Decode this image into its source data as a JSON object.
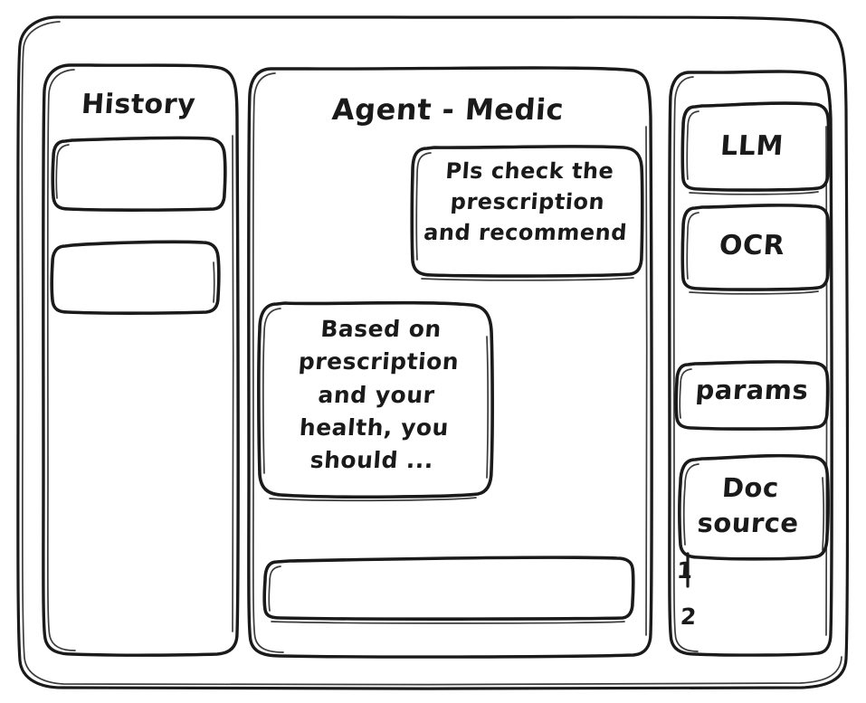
{
  "meta": {
    "style": "hand-drawn-wireframe",
    "stroke_color": "#1a1a1a",
    "background_color": "#ffffff"
  },
  "sidebar": {
    "title": "History",
    "items": [
      {
        "label": "",
        "name": "history-item-1"
      },
      {
        "label": "",
        "name": "history-item-2"
      }
    ]
  },
  "main": {
    "title": "Agent - Medic",
    "messages": [
      {
        "role": "user",
        "text": "Pls check the\nprescription\nand recommend"
      },
      {
        "role": "assistant",
        "text": "Based on\nprescription\nand your\nhealth, you\nshould ..."
      }
    ],
    "composer": {
      "value": "",
      "placeholder": ""
    }
  },
  "tools_panel": {
    "buttons": [
      {
        "label": "LLM"
      },
      {
        "label": "OCR"
      },
      {
        "label": "params"
      },
      {
        "label": "Doc\nsource"
      }
    ],
    "doc_sources": [
      {
        "marker": "1"
      },
      {
        "marker": "2"
      }
    ]
  }
}
